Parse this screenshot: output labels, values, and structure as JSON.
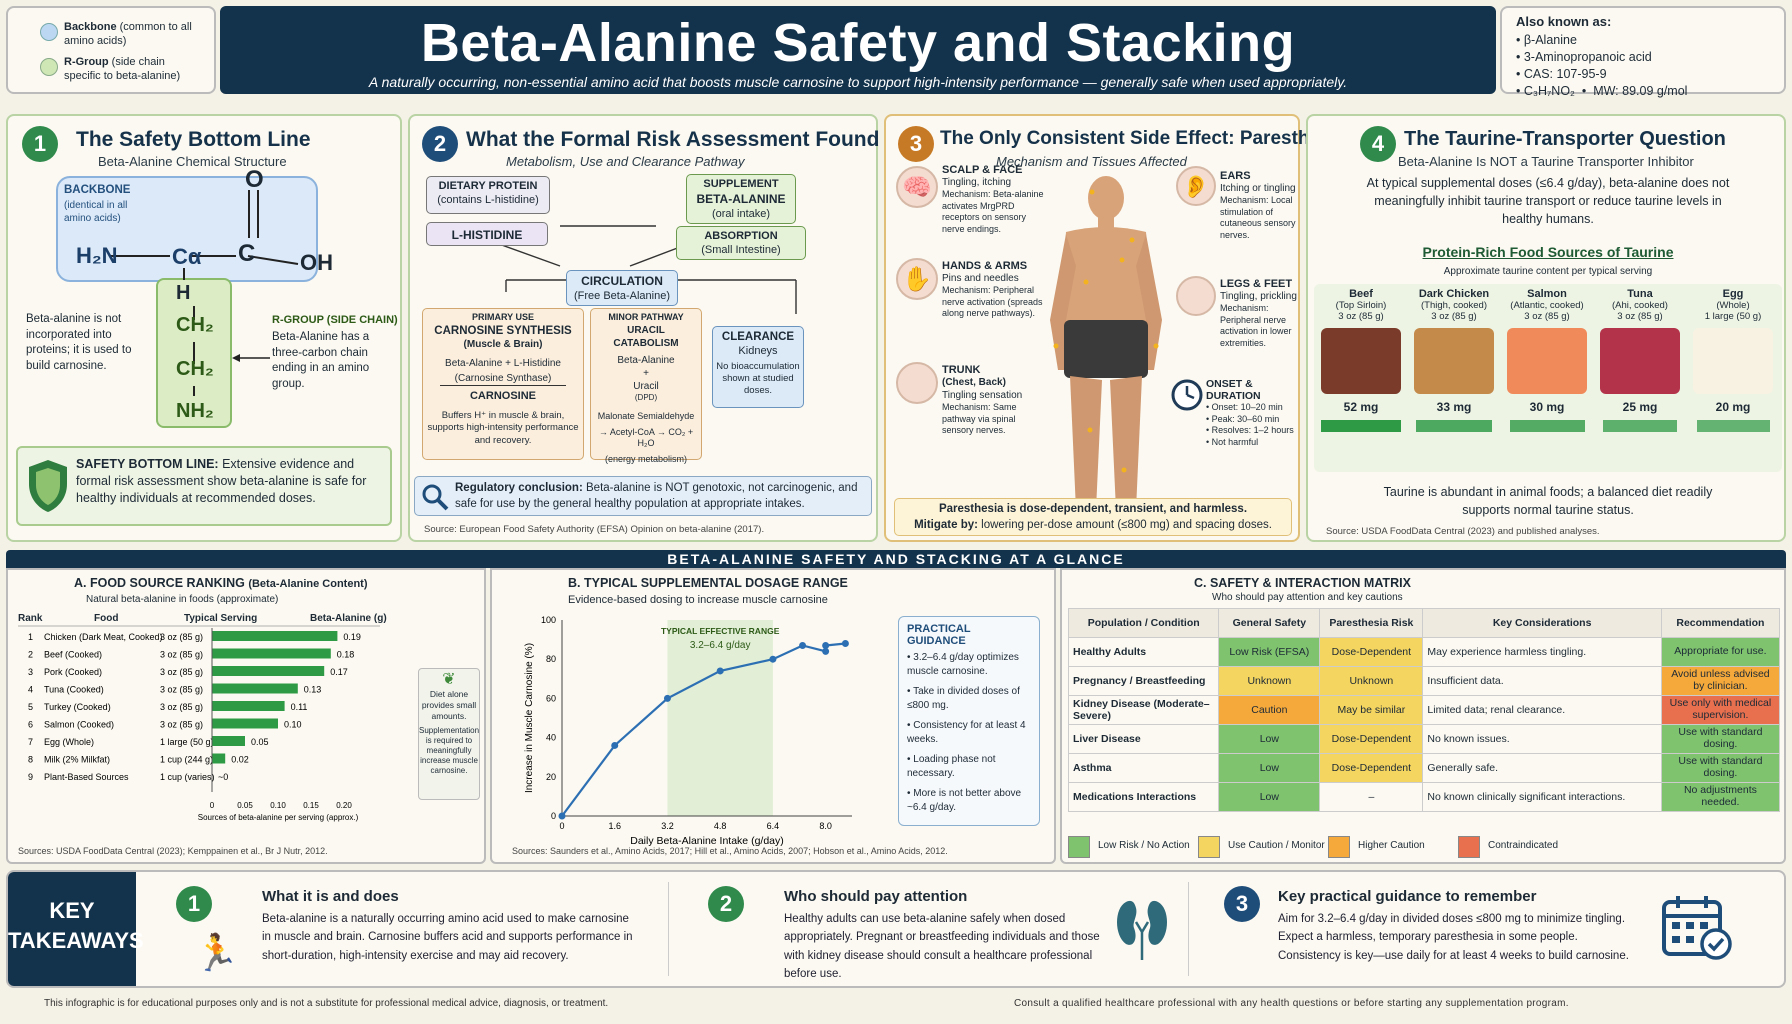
{
  "header": {
    "title": "Beta-Alanine Safety and Stacking",
    "subtitle": "A naturally occurring, non-essential amino acid that boosts muscle carnosine to support high-intensity performance — generally safe when used appropriately.",
    "legend": [
      {
        "label": "Backbone",
        "desc": "(common to all amino acids)",
        "color": "#bcd7f2"
      },
      {
        "label": "R-Group",
        "desc": "(side chain specific to beta-alanine)",
        "color": "#cfe6b5"
      }
    ],
    "aka_title": "Also known as:",
    "aka": [
      "β-Alanine",
      "3-Aminopropanoic acid",
      "CAS: 107-95-9"
    ],
    "formula": "C₃H₇NO₂",
    "mw": "MW: 89.09 g/mol"
  },
  "s1": {
    "num": "1",
    "title": "The Safety Bottom Line",
    "sub": "Beta-Alanine Chemical Structure",
    "backbone_label": "BACKBONE",
    "backbone_desc": "(identical in all amino acids)",
    "atoms": {
      "o": "O",
      "h2n": "H₂N",
      "ca": "Cα",
      "c": "C",
      "oh": "OH",
      "h": "H",
      "ch2a": "CH₂",
      "ch2b": "CH₂",
      "nh2": "NH₂"
    },
    "left_note": "Beta-alanine is not incorporated into proteins; it is used to build carnosine.",
    "rgroup_title": "R-GROUP (SIDE CHAIN)",
    "rgroup_desc": "Beta-Alanine has a three-carbon chain ending in an amino group.",
    "bottom_label": "SAFETY BOTTOM LINE:",
    "bottom_text": "Extensive evidence and formal risk assessment show beta-alanine is safe for healthy individuals at recommended doses."
  },
  "s2": {
    "num": "2",
    "title": "What the Formal Risk Assessment Found",
    "sub": "Metabolism, Use and Clearance Pathway",
    "dietary": "DIETARY PROTEIN",
    "dietary_sub": "(contains L-histidine)",
    "supp_a": "SUPPLEMENT",
    "supp_b": "BETA-ALANINE",
    "supp_sub": "(oral intake)",
    "lhis": "L-HISTIDINE",
    "abs": "ABSORPTION",
    "abs_sub": "(Small Intestine)",
    "circ": "CIRCULATION",
    "circ_sub": "(Free Beta-Alanine)",
    "primary": "PRIMARY USE",
    "carn": "CARNOSINE SYNTHESIS",
    "carn_sub": "(Muscle & Brain)",
    "eq": "Beta-Alanine + L-Histidine",
    "enz": "(Carnosine Synthase)",
    "carn2": "CARNOSINE",
    "carn_desc": "Buffers H⁺ in muscle & brain, supports high-intensity performance and recovery.",
    "minor": "MINOR PATHWAY",
    "urac": "URACIL CATABOLISM",
    "ba": "Beta-Alanine",
    "plus": "+",
    "uracil": "Uracil",
    "dpd": "(DPD)",
    "msa": "Malonate Semialdehyde",
    "acoa": "→ Acetyl-CoA → CO₂ + H₂O",
    "energy": "(energy metabolism)",
    "clear": "CLEARANCE",
    "kid": "Kidneys",
    "noacc": "No bioaccumulation shown at studied doses.",
    "reg_label": "Regulatory conclusion:",
    "reg_text": "Beta-alanine is NOT genotoxic, not carcinogenic, and safe for use by the general healthy population at appropriate intakes.",
    "source": "Source: European Food Safety Authority (EFSA) Opinion on beta-alanine (2017)."
  },
  "s3": {
    "num": "3",
    "title": "The Only Consistent Side Effect: Paresthesia",
    "sub": "Mechanism and Tissues Affected",
    "scalp": "SCALP & FACE",
    "scalp_d": "Tingling, itching",
    "scalp_m": "Mechanism: Beta-alanine activates MrgPRD receptors on sensory nerve endings.",
    "hands": "HANDS & ARMS",
    "hands_d": "Pins and needles",
    "hands_m": "Mechanism: Peripheral nerve activation (spreads along nerve pathways).",
    "trunk": "TRUNK",
    "trunk_sub": "(Chest, Back)",
    "trunk_d": "Tingling sensation",
    "trunk_m": "Mechanism: Same pathway via spinal sensory nerves.",
    "ears": "EARS",
    "ears_d": "Itching or tingling",
    "ears_m": "Mechanism: Local stimulation of cutaneous sensory nerves.",
    "legs": "LEGS & FEET",
    "legs_d": "Tingling, prickling",
    "legs_m": "Mechanism: Peripheral nerve activation in lower extremities.",
    "onset": "ONSET & DURATION",
    "onset_items": [
      "Onset: 10–20 min",
      "Peak: 30–60 min",
      "Resolves: 1–2 hours",
      "Not harmful"
    ],
    "foot1": "Paresthesia is dose-dependent, transient, and harmless.",
    "foot2_label": "Mitigate by:",
    "foot2": "lowering per-dose amount (≤800 mg) and spacing doses."
  },
  "s4": {
    "num": "4",
    "title": "The Taurine-Transporter Question",
    "sub": "Beta-Alanine Is NOT a Taurine Transporter Inhibitor",
    "desc": "At typical supplemental doses (≤6.4 g/day), beta-alanine does not meaningfully inhibit taurine transport or reduce taurine levels in healthy humans.",
    "food_title": "Protein-Rich Food Sources of Taurine",
    "food_sub": "Approximate taurine content per typical serving",
    "foods": [
      {
        "name": "Beef",
        "d1": "(Top Sirloin)",
        "d2": "3 oz (85 g)",
        "mg": "52 mg",
        "val": 52
      },
      {
        "name": "Dark Chicken",
        "d1": "(Thigh, cooked)",
        "d2": "3 oz (85 g)",
        "mg": "33 mg",
        "val": 33
      },
      {
        "name": "Salmon",
        "d1": "(Atlantic, cooked)",
        "d2": "3 oz (85 g)",
        "mg": "30 mg",
        "val": 30
      },
      {
        "name": "Tuna",
        "d1": "(Ahi, cooked)",
        "d2": "3 oz (85 g)",
        "mg": "25 mg",
        "val": 25
      },
      {
        "name": "Egg",
        "d1": "(Whole)",
        "d2": "1 large (50 g)",
        "mg": "20 mg",
        "val": 20
      }
    ],
    "footer": "Taurine is abundant in animal foods; a balanced diet readily supports normal taurine status.",
    "source": "Source: USDA FoodData Central (2023) and published analyses."
  },
  "glance": "BETA-ALANINE SAFETY AND STACKING AT A GLANCE",
  "a": {
    "title": "A. FOOD SOURCE RANKING",
    "title2": "(Beta-Alanine Content)",
    "sub": "Natural beta-alanine in foods (approximate)",
    "cols": [
      "Rank",
      "Food",
      "Typical Serving",
      "Beta-Alanine (g)"
    ],
    "rows": [
      {
        "rank": "1",
        "food": "Chicken (Dark Meat, Cooked)",
        "serv": "3 oz (85 g)",
        "val": 0.19,
        "lbl": "0.19"
      },
      {
        "rank": "2",
        "food": "Beef (Cooked)",
        "serv": "3 oz (85 g)",
        "val": 0.18,
        "lbl": "0.18"
      },
      {
        "rank": "3",
        "food": "Pork (Cooked)",
        "serv": "3 oz (85 g)",
        "val": 0.17,
        "lbl": "0.17"
      },
      {
        "rank": "4",
        "food": "Tuna (Cooked)",
        "serv": "3 oz (85 g)",
        "val": 0.13,
        "lbl": "0.13"
      },
      {
        "rank": "5",
        "food": "Turkey (Cooked)",
        "serv": "3 oz (85 g)",
        "val": 0.11,
        "lbl": "0.11"
      },
      {
        "rank": "6",
        "food": "Salmon (Cooked)",
        "serv": "3 oz (85 g)",
        "val": 0.1,
        "lbl": "0.10"
      },
      {
        "rank": "7",
        "food": "Egg (Whole)",
        "serv": "1 large (50 g)",
        "val": 0.05,
        "lbl": "0.05"
      },
      {
        "rank": "8",
        "food": "Milk (2% Milkfat)",
        "serv": "1 cup (244 g)",
        "val": 0.02,
        "lbl": "0.02"
      },
      {
        "rank": "9",
        "food": "Plant-Based Sources",
        "serv": "1 cup (varies)",
        "val": 0,
        "lbl": "~0"
      }
    ],
    "ticks": [
      "0",
      "0.05",
      "0.10",
      "0.15",
      "0.20"
    ],
    "xlabel": "Sources of beta-alanine per serving (approx.)",
    "side1": "Diet alone provides small amounts.",
    "side2": "Supplementation is required to meaningfully increase muscle carnosine.",
    "source": "Sources: USDA FoodData Central (2023); Kemppainen et al., Br J Nutr, 2012."
  },
  "chart_data": {
    "type": "line",
    "title": "B. TYPICAL SUPPLEMENTAL DOSAGE RANGE",
    "subtitle": "Evidence-based dosing to increase muscle carnosine",
    "xlabel": "Daily Beta-Alanine Intake (g/day)",
    "ylabel": "Increase in Muscle Carnosine (%)",
    "xlim": [
      0,
      8.8
    ],
    "ylim": [
      0,
      100
    ],
    "xticks": [
      0,
      1.6,
      3.2,
      4.8,
      6.4,
      8.0
    ],
    "yticks": [
      0,
      20,
      40,
      60,
      80,
      100
    ],
    "x": [
      0,
      1.6,
      3.2,
      4.8,
      6.4,
      8.0
    ],
    "y": [
      0,
      36,
      60,
      74,
      80,
      84,
      87,
      87,
      88
    ],
    "points": [
      [
        0,
        0
      ],
      [
        1.6,
        36
      ],
      [
        3.2,
        60
      ],
      [
        4.8,
        74
      ],
      [
        6.4,
        80
      ],
      [
        8.0,
        84
      ]
    ],
    "curve_extra": [
      [
        7.3,
        87
      ],
      [
        8.0,
        87
      ],
      [
        8.6,
        88
      ]
    ],
    "band": [
      3.2,
      6.4
    ],
    "band_label": "TYPICAL EFFECTIVE RANGE",
    "band_value": "3.2–6.4 g/day",
    "source": "Sources: Saunders et al., Amino Acids, 2017; Hill et al., Amino Acids, 2007; Hobson et al., Amino Acids, 2012."
  },
  "guide": {
    "title": "PRACTICAL GUIDANCE",
    "items": [
      "3.2–6.4 g/day optimizes muscle carnosine.",
      "Take in divided doses of ≤800 mg.",
      "Consistency for at least 4 weeks.",
      "Loading phase not necessary.",
      "More is not better above ~6.4 g/day."
    ]
  },
  "c": {
    "title": "C. SAFETY & INTERACTION MATRIX",
    "sub": "Who should pay attention and key cautions",
    "cols": [
      "Population / Condition",
      "General Safety",
      "Paresthesia Risk",
      "Key Considerations",
      "Recommendation"
    ],
    "rows": [
      {
        "pop": "Healthy Adults",
        "gen": "Low Risk (EFSA)",
        "gc": "g",
        "par": "Dose-Dependent",
        "pc": "y",
        "key": "May experience harmless tingling.",
        "rec": "Appropriate for use.",
        "rc": "g"
      },
      {
        "pop": "Pregnancy / Breastfeeding",
        "gen": "Unknown",
        "gc": "y",
        "par": "Unknown",
        "pc": "y",
        "key": "Insufficient data.",
        "rec": "Avoid unless advised by clinician.",
        "rc": "o"
      },
      {
        "pop": "Kidney Disease (Moderate–Severe)",
        "gen": "Caution",
        "gc": "o",
        "par": "May be similar",
        "pc": "y",
        "key": "Limited data; renal clearance.",
        "rec": "Use only with medical supervision.",
        "rc": "r"
      },
      {
        "pop": "Liver Disease",
        "gen": "Low",
        "gc": "g",
        "par": "Dose-Dependent",
        "pc": "y",
        "key": "No known issues.",
        "rec": "Use with standard dosing.",
        "rc": "g"
      },
      {
        "pop": "Asthma",
        "gen": "Low",
        "gc": "g",
        "par": "Dose-Dependent",
        "pc": "y",
        "key": "Generally safe.",
        "rec": "Use with standard dosing.",
        "rc": "g"
      },
      {
        "pop": "Medications Interactions",
        "gen": "Low",
        "gc": "g",
        "par": "–",
        "pc": "n",
        "key": "No known clinically significant interactions.",
        "rec": "No adjustments needed.",
        "rc": "g"
      }
    ],
    "legend": [
      {
        "label": "Low Risk / No Action",
        "cls": "g"
      },
      {
        "label": "Use Caution / Monitor",
        "cls": "y"
      },
      {
        "label": "Higher Caution",
        "cls": "o"
      },
      {
        "label": "Contraindicated",
        "cls": "r"
      }
    ]
  },
  "kt": {
    "label1": "KEY",
    "label2": "TAKEAWAYS",
    "items": [
      {
        "num": "1",
        "title": "What it is and does",
        "text": "Beta-alanine is a naturally occurring amino acid used to make carnosine in muscle and brain. Carnosine buffers acid and supports performance in short-duration, high-intensity exercise and may aid recovery."
      },
      {
        "num": "2",
        "title": "Who should pay attention",
        "text": "Healthy adults can use beta-alanine safely when dosed appropriately. Pregnant or breastfeeding individuals and those with kidney disease should consult a healthcare professional before use."
      },
      {
        "num": "3",
        "title": "Key practical guidance to remember",
        "text": "Aim for 3.2–6.4 g/day in divided doses ≤800 mg to minimize tingling. Expect a harmless, temporary paresthesia in some people. Consistency is key—use daily for at least 4 weeks to build carnosine."
      }
    ]
  },
  "footer": {
    "left": "This infographic is for educational purposes only and is not a substitute for professional medical advice, diagnosis, or treatment.",
    "right": "Consult a qualified healthcare professional with any health questions or before starting any supplementation program."
  }
}
